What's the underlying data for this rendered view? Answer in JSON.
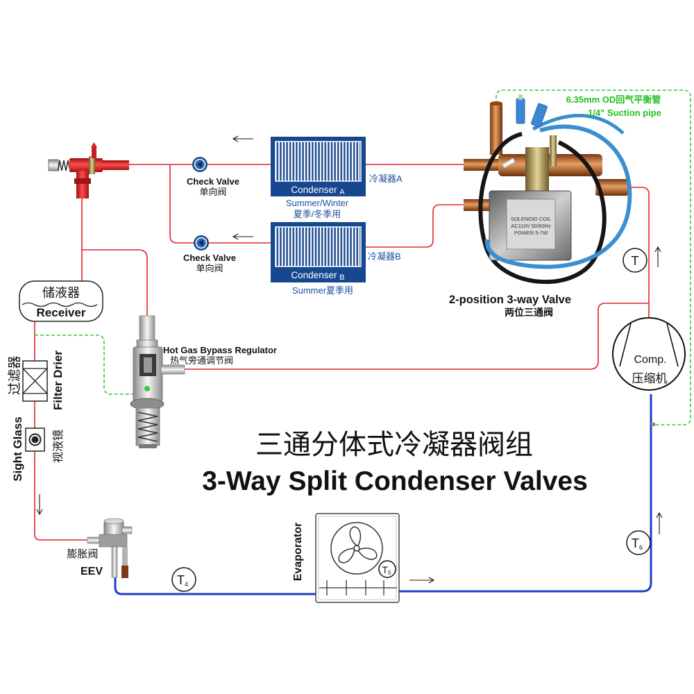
{
  "title": {
    "cn": "三通分体式冷凝器阀组",
    "en": "3-Way Split Condenser Valves"
  },
  "suction_pipe": {
    "size": "6.35mm OD回气平衡管",
    "name": "1/4\" Suction pipe"
  },
  "condenser_a": {
    "label": "Condenser",
    "letter": "A",
    "cn": "冷凝器A",
    "usage_en": "Summer/Winter",
    "usage_cn": "夏季/冬季用"
  },
  "condenser_b": {
    "label": "Condenser",
    "letter": "B",
    "cn": "冷凝器B",
    "usage": "Summer夏季用"
  },
  "check_valves": [
    {
      "en": "Check Valve",
      "cn": "单向阀"
    },
    {
      "en": "Check Valve",
      "cn": "单向阀"
    }
  ],
  "three_way_valve": {
    "en": "2-position 3-way Valve",
    "cn": "两位三通阀",
    "coil_text": [
      "SOLENOID COIL",
      "AC110V 50/60Hz",
      "POWER 5-7W"
    ]
  },
  "hot_gas_bypass": {
    "en": "Hot Gas Bypass Regulator",
    "cn": "热气旁通调节阀"
  },
  "receiver": {
    "cn": "储液器",
    "en": "Receiver"
  },
  "filter_drier": {
    "cn": "过滤器",
    "en": "Filter Drier"
  },
  "sight_glass": {
    "en": "Sight Glass",
    "cn": "视液镜"
  },
  "compressor": {
    "en": "Comp.",
    "cn": "压缩机"
  },
  "eev": {
    "cn": "膨胀阀",
    "en": "EEV"
  },
  "evaporator": {
    "en": "Evaporator"
  },
  "sensors": [
    {
      "letter": "T"
    },
    {
      "letter": "T",
      "index": "4"
    },
    {
      "letter": "T",
      "index": "5"
    },
    {
      "letter": "T",
      "index": "6"
    }
  ],
  "colors": {
    "liquid_line": "#e0262b",
    "suction_line": "#1c3dc8",
    "balance_line": "#2fcf2f",
    "condenser": "#17488f",
    "label_blue": "#1d4f9e",
    "balance_text": "#22c022"
  }
}
